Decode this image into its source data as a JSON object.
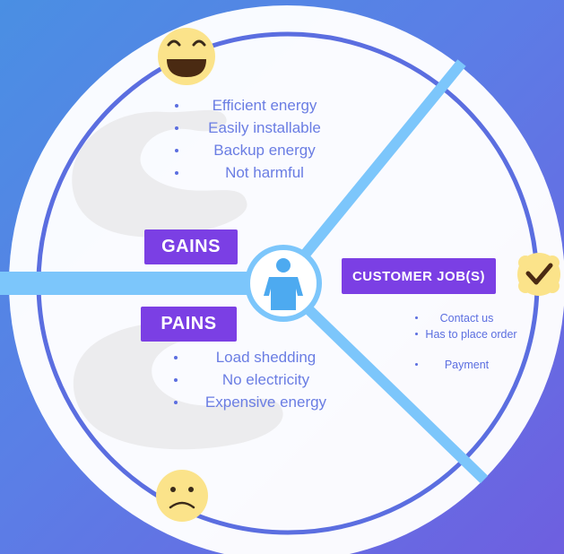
{
  "gains": {
    "label": "GAINS",
    "items": [
      "Efficient energy",
      "Easily installable",
      "Backup energy",
      "Not harmful"
    ]
  },
  "pains": {
    "label": "PAINS",
    "items": [
      "Load shedding",
      "No electricity",
      "Expensive energy"
    ]
  },
  "customer_jobs": {
    "label": "CUSTOMER JOB(S)",
    "items": [
      "Contact us",
      "Has to place order",
      "Payment"
    ]
  },
  "icons": [
    "happy-face-icon",
    "sad-face-icon",
    "checkmark-badge-icon",
    "person-icon"
  ],
  "colors": {
    "accent_purple": "#7b3fe4",
    "ring_blue": "#5b6ee0",
    "spoke_blue": "#7cc6fb",
    "text_blue": "#6a7de3",
    "emoji_yellow": "#fbe38a"
  }
}
